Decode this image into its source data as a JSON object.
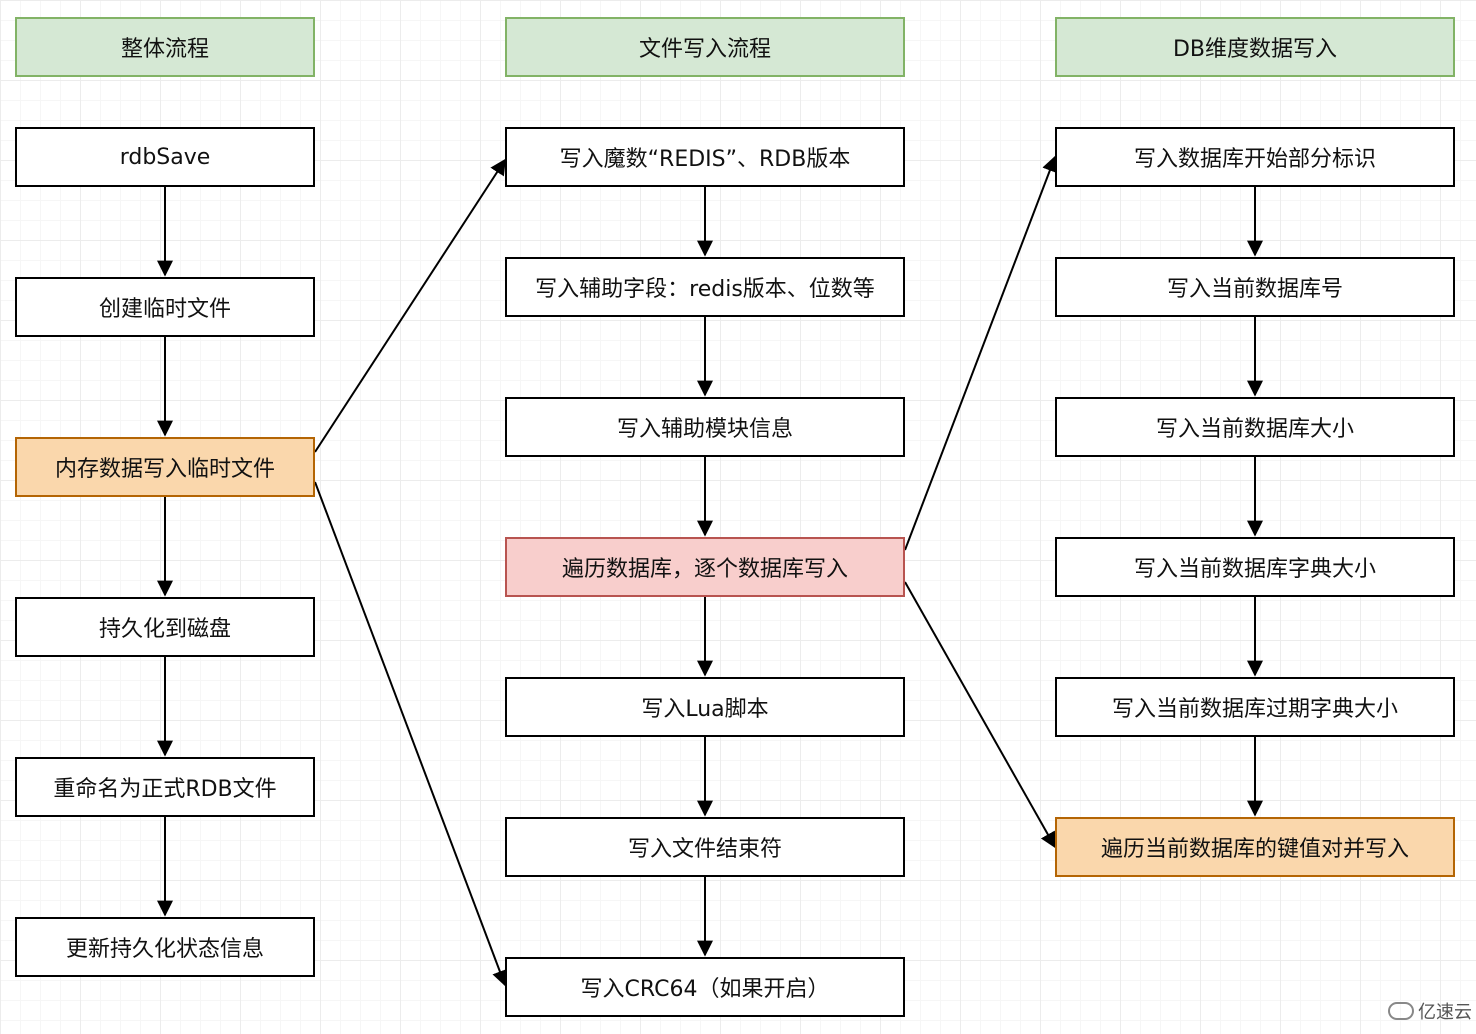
{
  "columns": {
    "overall": {
      "header": "整体流程",
      "steps": [
        "rdbSave",
        "创建临时文件",
        "内存数据写入临时文件",
        "持久化到磁盘",
        "重命名为正式RDB文件",
        "更新持久化状态信息"
      ]
    },
    "file_write": {
      "header": "文件写入流程",
      "steps": [
        "写入魔数“REDIS”、RDB版本",
        "写入辅助字段：redis版本、位数等",
        "写入辅助模块信息",
        "遍历数据库，逐个数据库写入",
        "写入Lua脚本",
        "写入文件结束符",
        "写入CRC64（如果开启）"
      ]
    },
    "db_write": {
      "header": "DB维度数据写入",
      "steps": [
        "写入数据库开始部分标识",
        "写入当前数据库号",
        "写入当前数据库大小",
        "写入当前数据库字典大小",
        "写入当前数据库过期字典大小",
        "遍历当前数据库的键值对并写入"
      ]
    }
  },
  "colors": {
    "header_fill": "#d5e8d4",
    "highlight_orange": "#fad7ac",
    "highlight_red": "#f8cecc"
  },
  "watermark": "亿速云"
}
